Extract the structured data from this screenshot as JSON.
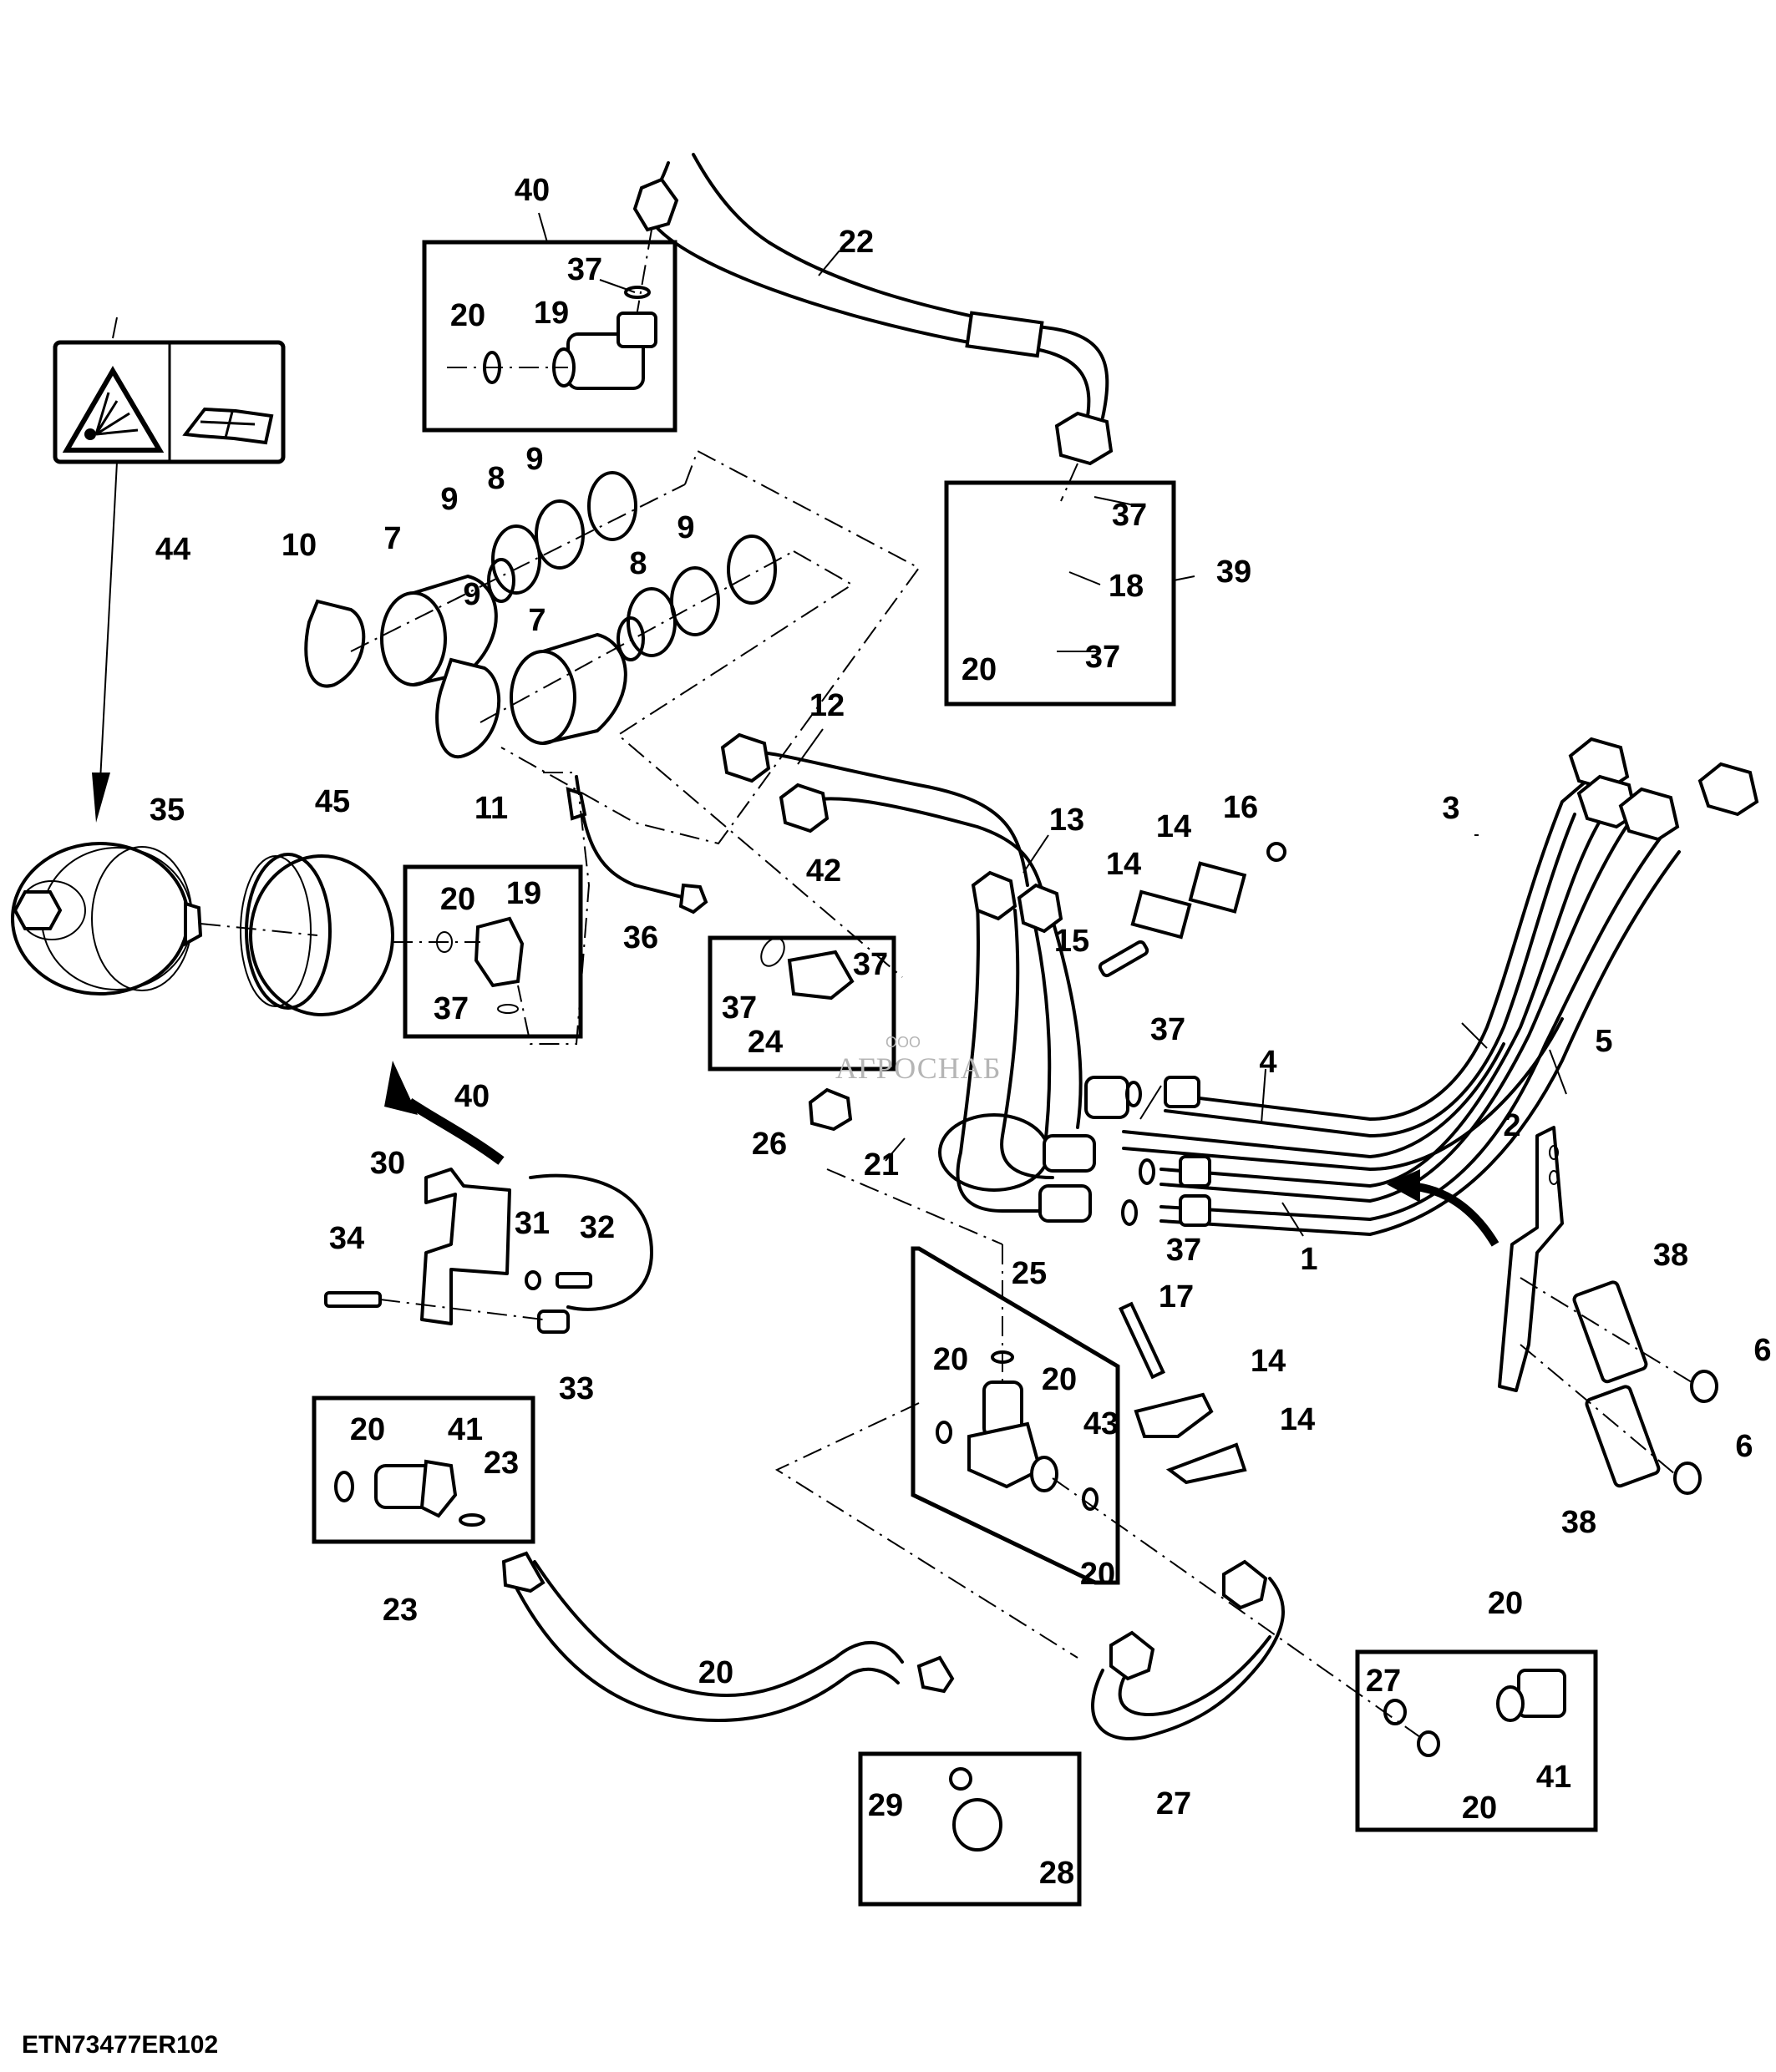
{
  "figure": {
    "id": "ETN73477ER102",
    "type": "exploded parts diagram",
    "subject": "hydraulic lines, accumulator and couplers"
  },
  "watermark": {
    "prefix": "ООО",
    "brand": "АГРОСНАБ",
    "color": "#b5b5b5"
  },
  "callouts": [
    {
      "id": "c40a",
      "label": "40"
    },
    {
      "id": "c22",
      "label": "22"
    },
    {
      "id": "c37a",
      "label": "37"
    },
    {
      "id": "c20a",
      "label": "20"
    },
    {
      "id": "c19a",
      "label": "19"
    },
    {
      "id": "c9a",
      "label": "9"
    },
    {
      "id": "c8a",
      "label": "8"
    },
    {
      "id": "c9b",
      "label": "9"
    },
    {
      "id": "c44",
      "label": "44"
    },
    {
      "id": "c10",
      "label": "10"
    },
    {
      "id": "c7a",
      "label": "7"
    },
    {
      "id": "c9c",
      "label": "9"
    },
    {
      "id": "c8b",
      "label": "8"
    },
    {
      "id": "c9d",
      "label": "9"
    },
    {
      "id": "c7b",
      "label": "7"
    },
    {
      "id": "c11",
      "label": "11"
    },
    {
      "id": "c37b",
      "label": "37"
    },
    {
      "id": "c18",
      "label": "18"
    },
    {
      "id": "c39",
      "label": "39"
    },
    {
      "id": "c20b",
      "label": "20"
    },
    {
      "id": "c37c",
      "label": "37"
    },
    {
      "id": "c12",
      "label": "12"
    },
    {
      "id": "c13",
      "label": "13"
    },
    {
      "id": "c14a",
      "label": "14"
    },
    {
      "id": "c16",
      "label": "16"
    },
    {
      "id": "c14b",
      "label": "14"
    },
    {
      "id": "c3",
      "label": "3"
    },
    {
      "id": "c35",
      "label": "35"
    },
    {
      "id": "c45",
      "label": "45"
    },
    {
      "id": "c20c",
      "label": "20"
    },
    {
      "id": "c19b",
      "label": "19"
    },
    {
      "id": "c36",
      "label": "36"
    },
    {
      "id": "c42",
      "label": "42"
    },
    {
      "id": "c15",
      "label": "15"
    },
    {
      "id": "c37d",
      "label": "37"
    },
    {
      "id": "c37e",
      "label": "37"
    },
    {
      "id": "c24",
      "label": "24"
    },
    {
      "id": "c37f",
      "label": "37"
    },
    {
      "id": "c40b",
      "label": "40"
    },
    {
      "id": "c37g",
      "label": "37"
    },
    {
      "id": "c4",
      "label": "4"
    },
    {
      "id": "c5",
      "label": "5"
    },
    {
      "id": "c2",
      "label": "2"
    },
    {
      "id": "c26",
      "label": "26"
    },
    {
      "id": "c21",
      "label": "21"
    },
    {
      "id": "c30",
      "label": "30"
    },
    {
      "id": "c31",
      "label": "31"
    },
    {
      "id": "c32",
      "label": "32"
    },
    {
      "id": "c34",
      "label": "34"
    },
    {
      "id": "c37h",
      "label": "37"
    },
    {
      "id": "c1",
      "label": "1"
    },
    {
      "id": "c25",
      "label": "25"
    },
    {
      "id": "c38a",
      "label": "38"
    },
    {
      "id": "c17",
      "label": "17"
    },
    {
      "id": "c33",
      "label": "33"
    },
    {
      "id": "c20d",
      "label": "20"
    },
    {
      "id": "c20e",
      "label": "20"
    },
    {
      "id": "c14c",
      "label": "14"
    },
    {
      "id": "c6a",
      "label": "6"
    },
    {
      "id": "c43",
      "label": "43"
    },
    {
      "id": "c14d",
      "label": "14"
    },
    {
      "id": "c20f",
      "label": "20"
    },
    {
      "id": "c41a",
      "label": "41"
    },
    {
      "id": "c20g",
      "label": "20"
    },
    {
      "id": "c6b",
      "label": "6"
    },
    {
      "id": "c38b",
      "label": "38"
    },
    {
      "id": "c23a",
      "label": "23"
    },
    {
      "id": "c20h",
      "label": "20"
    },
    {
      "id": "c23b",
      "label": "23"
    },
    {
      "id": "c27a",
      "label": "27"
    },
    {
      "id": "c20i",
      "label": "20"
    },
    {
      "id": "c41b",
      "label": "41"
    },
    {
      "id": "c27b",
      "label": "27"
    },
    {
      "id": "c29",
      "label": "29"
    },
    {
      "id": "c20j",
      "label": "20"
    },
    {
      "id": "c28",
      "label": "28"
    }
  ],
  "decal": {
    "left_symbol": "explosion-warning-icon",
    "right_symbol": "service-manual-icon"
  }
}
